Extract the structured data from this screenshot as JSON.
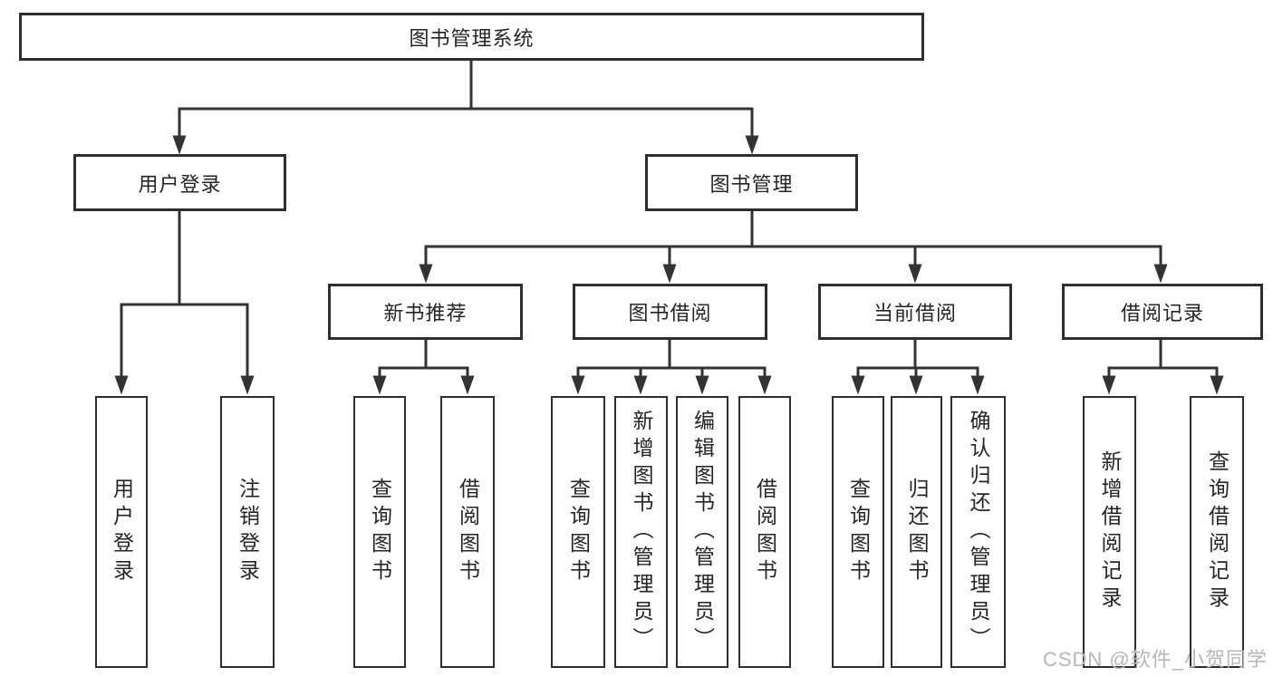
{
  "page": {
    "background": "#ffffff",
    "watermark": "CSDN @软件_小贺同学",
    "colors": {
      "line": "#333333",
      "box_border": "#2e2e2e",
      "text": "#252525",
      "watermark": "#b7b7b7"
    }
  },
  "nodes": {
    "root": {
      "label": "图书管理系统"
    },
    "level2": [
      {
        "id": "user-login",
        "label": "用户登录"
      },
      {
        "id": "book-management",
        "label": "图书管理"
      }
    ],
    "level3": [
      {
        "id": "new-book-recommend",
        "parent": "图书管理",
        "label": "新书推荐"
      },
      {
        "id": "book-borrowing",
        "parent": "图书管理",
        "label": "图书借阅"
      },
      {
        "id": "current-borrowing",
        "parent": "图书管理",
        "label": "当前借阅"
      },
      {
        "id": "borrowing-records",
        "parent": "图书管理",
        "label": "借阅记录"
      }
    ],
    "leaves": [
      {
        "parent": "用户登录",
        "label": "用户登录"
      },
      {
        "parent": "用户登录",
        "label": "注销登录"
      },
      {
        "parent": "新书推荐",
        "label": "查询图书"
      },
      {
        "parent": "新书推荐",
        "label": "借阅图书"
      },
      {
        "parent": "图书借阅",
        "label": "查询图书"
      },
      {
        "parent": "图书借阅",
        "label": "新增图书（管理员）"
      },
      {
        "parent": "图书借阅",
        "label": "编辑图书（管理员）"
      },
      {
        "parent": "图书借阅",
        "label": "借阅图书"
      },
      {
        "parent": "当前借阅",
        "label": "查询图书"
      },
      {
        "parent": "当前借阅",
        "label": "归还图书"
      },
      {
        "parent": "当前借阅",
        "label": "确认归还（管理员）"
      },
      {
        "parent": "借阅记录",
        "label": "新增借阅记录"
      },
      {
        "parent": "借阅记录",
        "label": "查询借阅记录"
      }
    ]
  }
}
